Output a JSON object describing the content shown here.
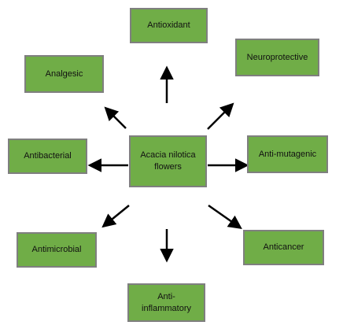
{
  "diagram": {
    "center": "Acacia nilotica flowers",
    "nodes": {
      "antioxidant": "Antioxidant",
      "neuroprotective": "Neuroprotective",
      "analgesic": "Analgesic",
      "antibacterial": "Antibacterial",
      "anti_mutagenic": "Anti-mutagenic",
      "antimicrobial": "Antimicrobial",
      "anticancer": "Anticancer",
      "anti_inflammatory": "Anti-inflammatory"
    },
    "colors": {
      "box_fill": "#70ad47",
      "box_border": "#7f7f7f",
      "arrow": "#000000"
    }
  }
}
